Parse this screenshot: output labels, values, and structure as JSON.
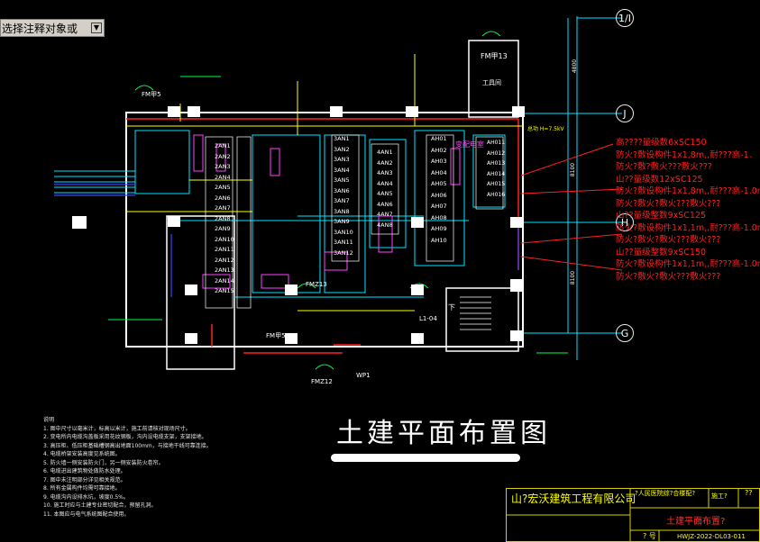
{
  "toolbar": {
    "dropdown_text": "选择注释对象或"
  },
  "drawing": {
    "title": "土建平面布置图",
    "axes": [
      "1/I",
      "J",
      "H",
      "G"
    ],
    "dims": [
      "4800",
      "8100",
      "8100"
    ],
    "fm_labels": [
      "FM甲13",
      "FM甲5",
      "FMZ13",
      "FM甲5",
      "FMZ12"
    ],
    "room_labels": [
      "变配电室",
      "工具间",
      "下",
      "L1-04"
    ],
    "power_label": "总功 H=7.5kV",
    "wp_label": "WP1",
    "red_labels": [
      "高????量级数6xSC150",
      "防火?敷设构件1x1,8m,,耐???高-1.",
      "防火?敷?敷火???敷火???",
      "山??量级数12xSC125",
      "防火?敷设构件1x1,8m,,耐???高-1.0m",
      "防火?敷火?敷火???敷火???",
      "山??量级整数9xSC125",
      "防火?敷设构件1x1,1m,,耐???高-1.0m",
      "防火?敷火?敷火???敷火???",
      "山??量级整数9xSC150",
      "防火?敷设构件1x1,1m,,耐???高-1.0m",
      "防火?敷火?敷火???敷火???"
    ],
    "ahn_left": [
      "2AN1",
      "2AN2",
      "2AN3",
      "2AN4",
      "2AN5",
      "2AN6",
      "2AN7",
      "2AN8",
      "2AN9",
      "2AN10",
      "2AN11",
      "2AN12",
      "2AN13",
      "2AN14",
      "2AN15"
    ],
    "ahn_mid": [
      "3AN1",
      "3AN2",
      "3AN3",
      "3AN4",
      "3AN5",
      "3AN6",
      "3AN7",
      "3AN8",
      "3AN9",
      "3AN10",
      "3AN11",
      "3AN12"
    ],
    "ahn_mid2": [
      "4AN1",
      "4AN2",
      "4AN3",
      "4AN4",
      "4AN5",
      "4AN6",
      "4AN7",
      "4AN8"
    ],
    "ah_right": [
      "AH01",
      "AH02",
      "AH03",
      "AH04",
      "AH05",
      "AH06",
      "AH07",
      "AH08",
      "AH09",
      "AH10"
    ],
    "ah_far": [
      "AH011",
      "AH012",
      "AH013",
      "AH014",
      "AH015",
      "AH016"
    ],
    "notes": [
      "说明",
      "1. 图中尺寸以毫米计，标高以米计，施工前请核对现场尺寸。",
      "2. 变电所内电缆沟盖板采用花纹钢板，沟内设电缆支架，支架接地。",
      "3. 高压柜、低压柜基础槽钢高出地面100mm，与接地干线可靠连接。",
      "4. 电缆桥架安装高度见系统图。",
      "5. 防火墙一侧安装防火门，另一侧安装防火卷帘。",
      "6. 电缆进出建筑物处做防水处理。",
      "7. 图中未注明部分详见相关规范。",
      "8. 所有金属构件均需可靠接地。",
      "9. 电缆沟内设排水坑，坡度0.5%。",
      "10. 施工时应与土建专业密切配合，预留孔洞。",
      "11. 本图应与电气系统图配合使用。"
    ]
  },
  "titleblock": {
    "company": "山?宏沃建筑工程有限公司",
    "project": "?人民医院综?合楼配?",
    "cell": "施工?",
    "q": "??",
    "drawing_name": "土建平面布置?",
    "drawing_no": "HWJZ-2022-DL03-011",
    "q2": "? 号"
  },
  "colors": {
    "bg": "#000000",
    "wall": "#ffffff",
    "cyan": "#00e5ff",
    "red": "#ff2020",
    "green": "#00ff40",
    "yellow": "#ffff00",
    "magenta": "#ff40ff"
  }
}
